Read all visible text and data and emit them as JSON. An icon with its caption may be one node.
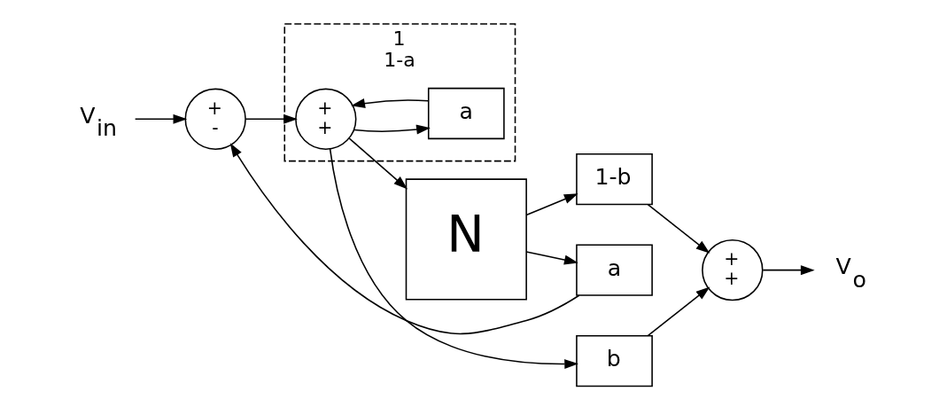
{
  "diagram": {
    "nodes": [
      {
        "text": [
          "V$_{in}$"
        ]
      },
      {
        "text": [
          "+",
          "-"
        ]
      },
      {
        "text": [
          "1",
          "1-a"
        ]
      },
      {
        "text": [
          "+",
          "+"
        ],
        "in": 2
      },
      {
        "text": [
          "a"
        ],
        "in": 2
      },
      {
        "text": [
          "N"
        ]
      },
      {
        "text": [
          "b"
        ]
      },
      {
        "text": [
          "1-b"
        ]
      },
      {
        "text": [
          "+",
          "+"
        ]
      },
      {
        "text": [
          "V$_{o}$"
        ]
      },
      {
        "text": [
          "a"
        ]
      }
    ],
    "edges": [
      {
        "from": 0,
        "to": 1,
        "arrow": "to"
      },
      {
        "from": 1,
        "to": 3,
        "arrow": "to"
      },
      {
        "from": 3,
        "to": 5,
        "arrow": "to"
      },
      {
        "from": 3,
        "to": 4,
        "arrow": "to"
      },
      {
        "from": 4,
        "to": 3,
        "arrow": "to"
      },
      {
        "from": 3,
        "to": 6,
        "arrow": "to"
      },
      {
        "from": 5,
        "to": 7,
        "arrow": "to"
      },
      {
        "from": 6,
        "to": 8,
        "arrow": "to"
      },
      {
        "from": 7,
        "to": 8,
        "arrow": "to"
      },
      {
        "from": 8,
        "to": 9,
        "arrow": "to"
      },
      {
        "from": 5,
        "to": 10,
        "arrow": "to"
      },
      {
        "from": 10,
        "to": 1,
        "arrow": "to"
      }
    ]
  }
}
